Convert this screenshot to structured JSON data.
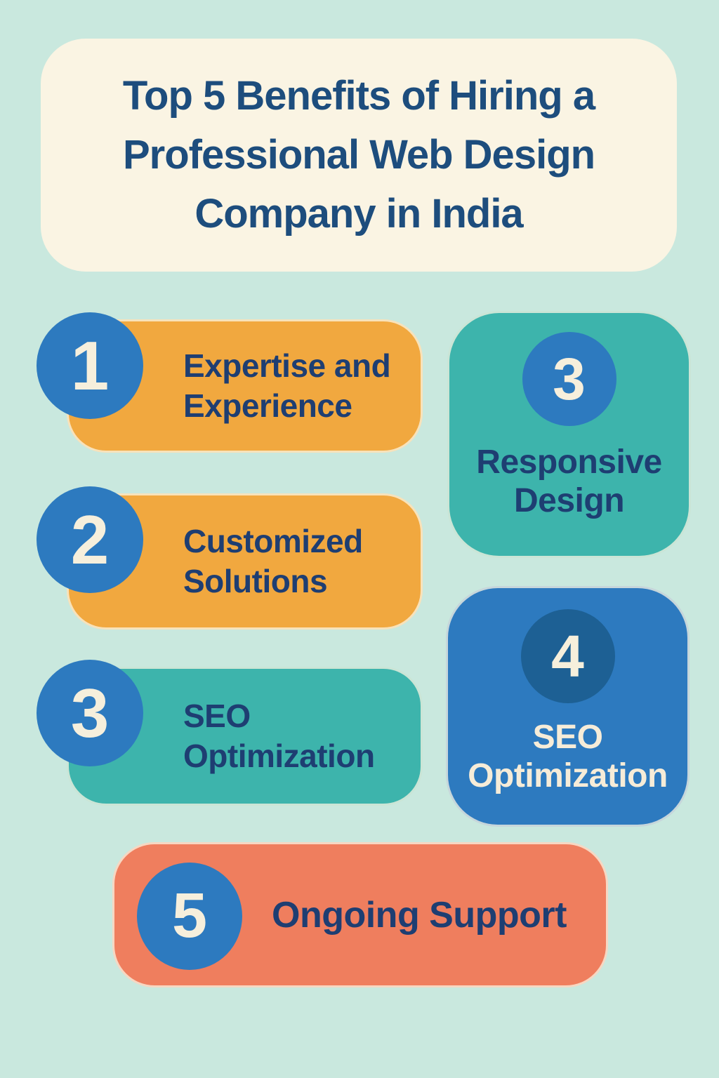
{
  "page": {
    "background_color": "#c9e8de"
  },
  "header": {
    "bg": "#faf4e3",
    "text_color": "#1d4d7d",
    "title": "Top 5 Benefits of Hiring a Professional Web Design Company in India",
    "lines": [
      "Top 5 Benefits of Hiring a",
      "Professional Web Design",
      "Company in India"
    ]
  },
  "cards": [
    {
      "number": "1",
      "label": "Expertise and Experience",
      "lines": [
        "Expertise and",
        "Experience"
      ],
      "bg": "#f1a83f",
      "text_color": "#1e3e72",
      "badge_bg": "#2d7abf",
      "badge_text_color": "#f6efdc"
    },
    {
      "number": "2",
      "label": "Customized Solutions",
      "lines": [
        "Customized",
        "Solutions"
      ],
      "bg": "#f1a83f",
      "text_color": "#1e3e72",
      "badge_bg": "#2d7abf",
      "badge_text_color": "#f6efdc"
    },
    {
      "number": "3",
      "label": "SEO Optimization",
      "lines": [
        "SEO",
        "Optimization"
      ],
      "bg": "#3db4ac",
      "text_color": "#1e3e72",
      "badge_bg": "#2d7abf",
      "badge_text_color": "#f6efdc"
    },
    {
      "number": "3",
      "label": "Responsive Design",
      "lines": [
        "Responsive",
        "Design"
      ],
      "bg": "#3db4ac",
      "text_color": "#1e3e72",
      "badge_bg": "#2d7abf",
      "badge_text_color": "#f6efdc"
    },
    {
      "number": "4",
      "label": "SEO Optimization",
      "lines": [
        "SEO",
        "Optimization"
      ],
      "bg": "#2d7abf",
      "text_color": "#f6ecd8",
      "badge_bg": "#1d6094",
      "badge_text_color": "#f6efdc"
    },
    {
      "number": "5",
      "label": "Ongoing Support",
      "lines": [
        "Ongoing Support"
      ],
      "bg": "#ef7e5e",
      "text_color": "#1e3e72",
      "badge_bg": "#2d7abf",
      "badge_text_color": "#f6efdc"
    }
  ]
}
